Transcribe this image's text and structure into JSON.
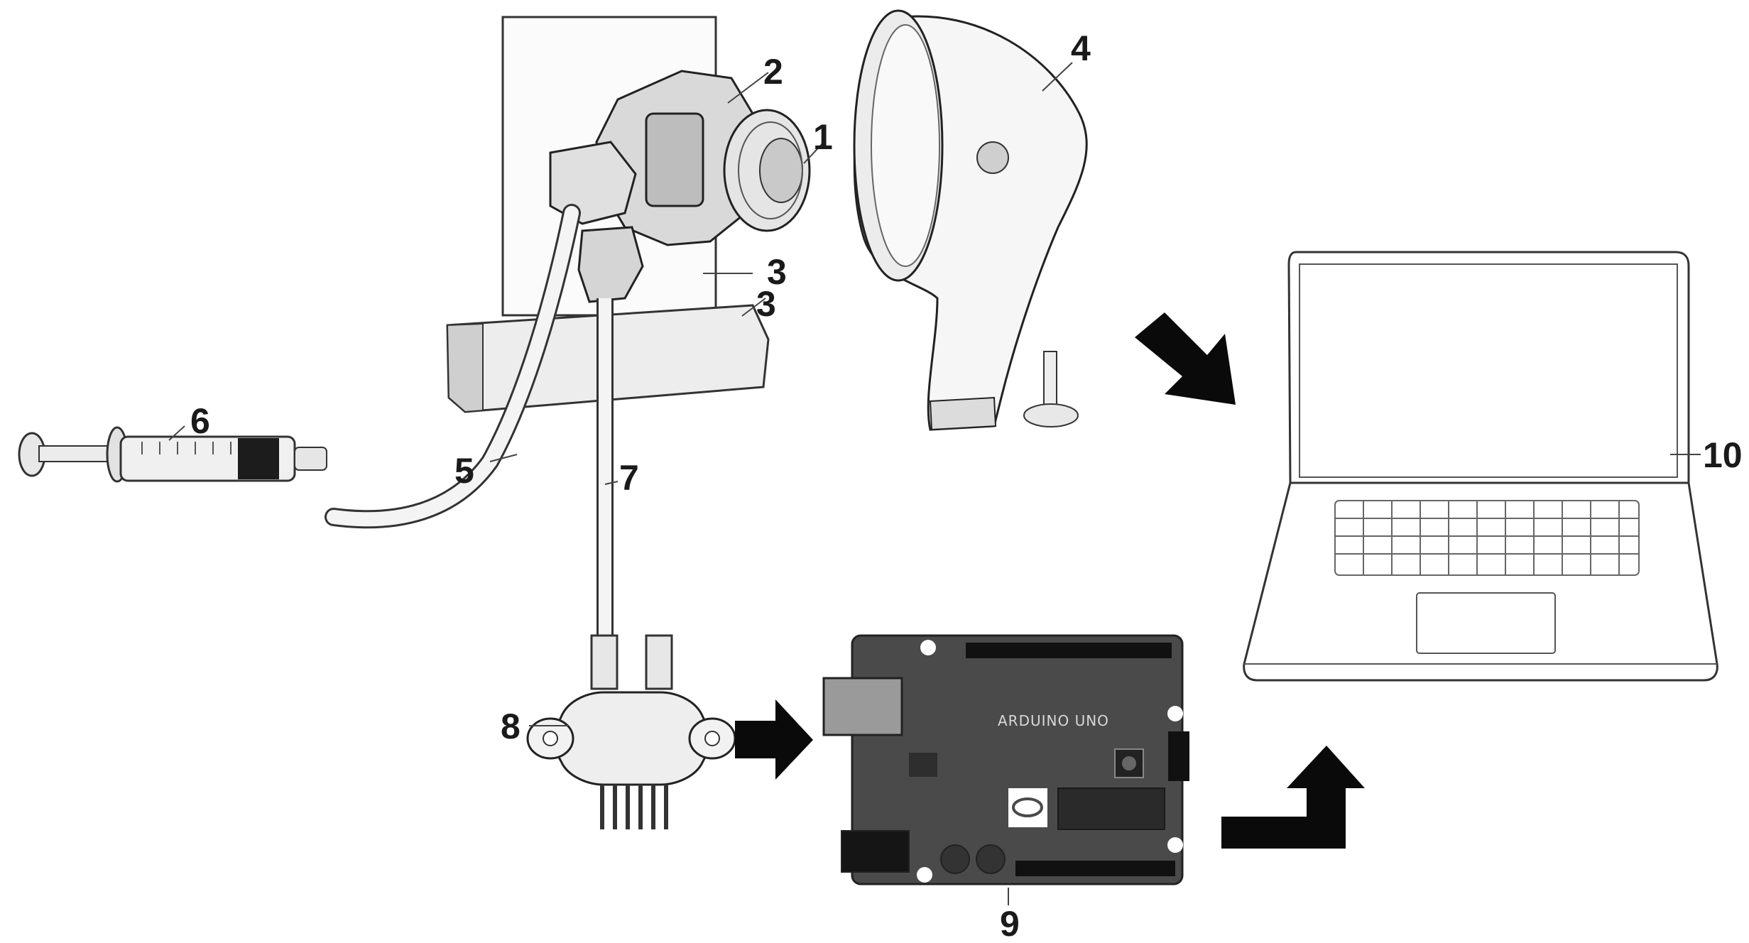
{
  "callouts": {
    "c1": "1",
    "c2": "2",
    "c3a": "3",
    "c3b": "3",
    "c4": "4",
    "c5": "5",
    "c6": "6",
    "c7": "7",
    "c8": "8",
    "c9": "9",
    "c10": "10"
  },
  "board": {
    "label": "ARDUINO UNO"
  },
  "colors": {
    "ink": "#1a1a1a",
    "board": "#4a4a4a",
    "arrow": "#0a0a0a"
  },
  "icons": [
    "syringe-icon",
    "heart-model-icon",
    "ultrasound-probe-icon",
    "pressure-sensor-icon",
    "arduino-board-icon",
    "laptop-icon",
    "arrow-icon"
  ]
}
